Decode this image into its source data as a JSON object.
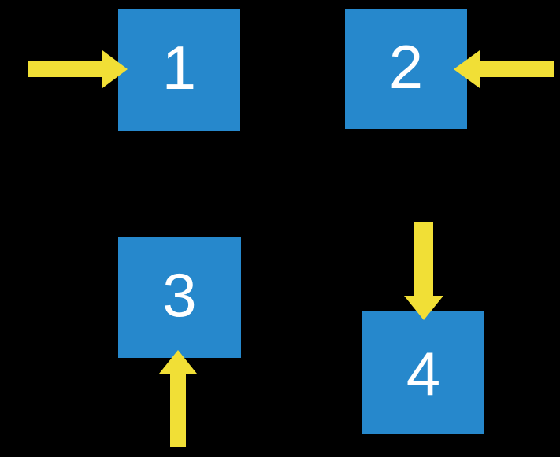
{
  "diagram": {
    "background_color": "#000000",
    "square_fill_color": "#2688CC",
    "arrow_fill_color": "#F1DF36",
    "label_color": "#FFFFFF",
    "squares": [
      {
        "label": "1",
        "arrow_direction": "right",
        "arrow_target_side": "left"
      },
      {
        "label": "2",
        "arrow_direction": "left",
        "arrow_target_side": "right"
      },
      {
        "label": "3",
        "arrow_direction": "up",
        "arrow_target_side": "bottom"
      },
      {
        "label": "4",
        "arrow_direction": "down",
        "arrow_target_side": "top"
      }
    ]
  }
}
